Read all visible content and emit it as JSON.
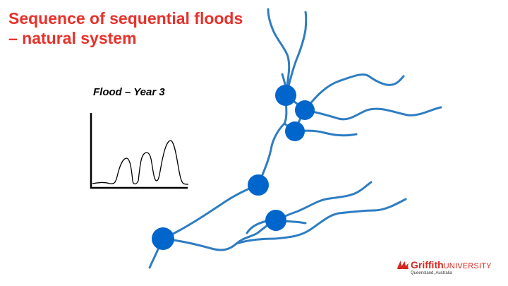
{
  "slide": {
    "title_line1": "Sequence of sequential floods",
    "title_line2": "– natural system",
    "hydrograph_label": "Flood – Year 3"
  },
  "logo": {
    "brand_bold": "Griffith",
    "brand_caps": "UNIVERSITY",
    "subtitle": "Queensland, Australia"
  },
  "colors": {
    "title": "#e8312b",
    "river": "#2e7dc2",
    "node": "#0066cc",
    "hydrograph": "#000000",
    "logo": "#d7261e"
  }
}
